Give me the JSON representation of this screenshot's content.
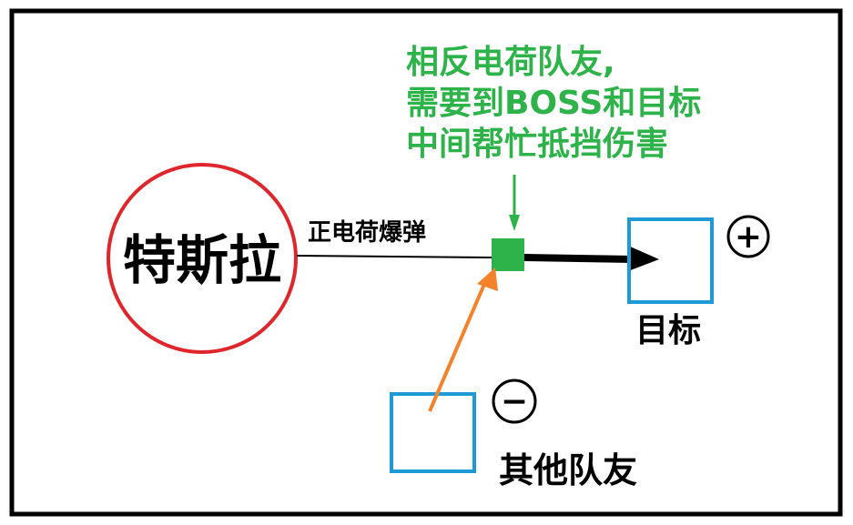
{
  "diagram": {
    "annotation_lines": [
      "相反电荷队友,",
      "需要到BOSS和目标",
      "中间帮忙抵挡伤害"
    ],
    "boss_label": "特斯拉",
    "arrow_label": "正电荷爆弹",
    "target_label": "目标",
    "teammate_label": "其他队友",
    "plus_symbol": "+",
    "minus_symbol": "−"
  },
  "colors": {
    "frame": "#000000",
    "boss_circle": "#e0262c",
    "annotation_text": "#2db34a",
    "blocker_square": "#2db34a",
    "target_box": "#1e9ad6",
    "teammate_box": "#1e9ad6",
    "teammate_arrow": "#f5822a",
    "main_arrow": "#000000"
  }
}
